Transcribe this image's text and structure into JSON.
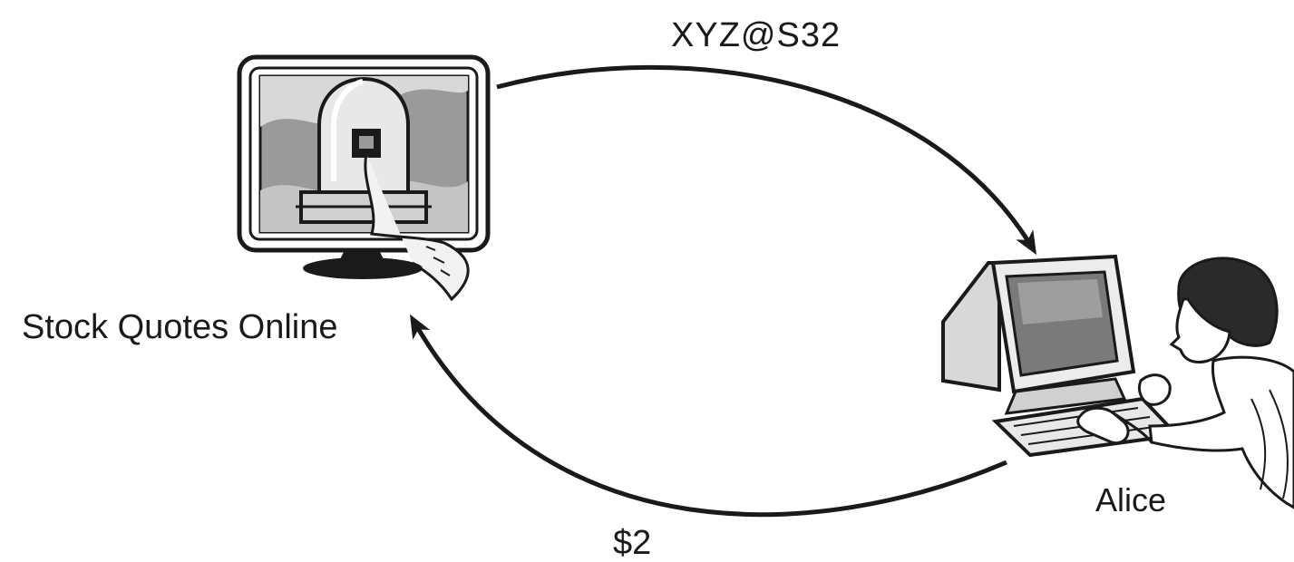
{
  "labels": {
    "top_message": "XYZ@S32",
    "bottom_message": "$2",
    "server_name": "Stock Quotes Online",
    "user_name": "Alice"
  },
  "icons": {
    "server": "stock-quote-machine-monitor-icon",
    "user": "alice-at-computer-icon"
  },
  "colors": {
    "ink": "#1a1a1a",
    "background": "#ffffff",
    "screen_gray": "#9a9a9a",
    "light_gray": "#d8d8d8"
  }
}
